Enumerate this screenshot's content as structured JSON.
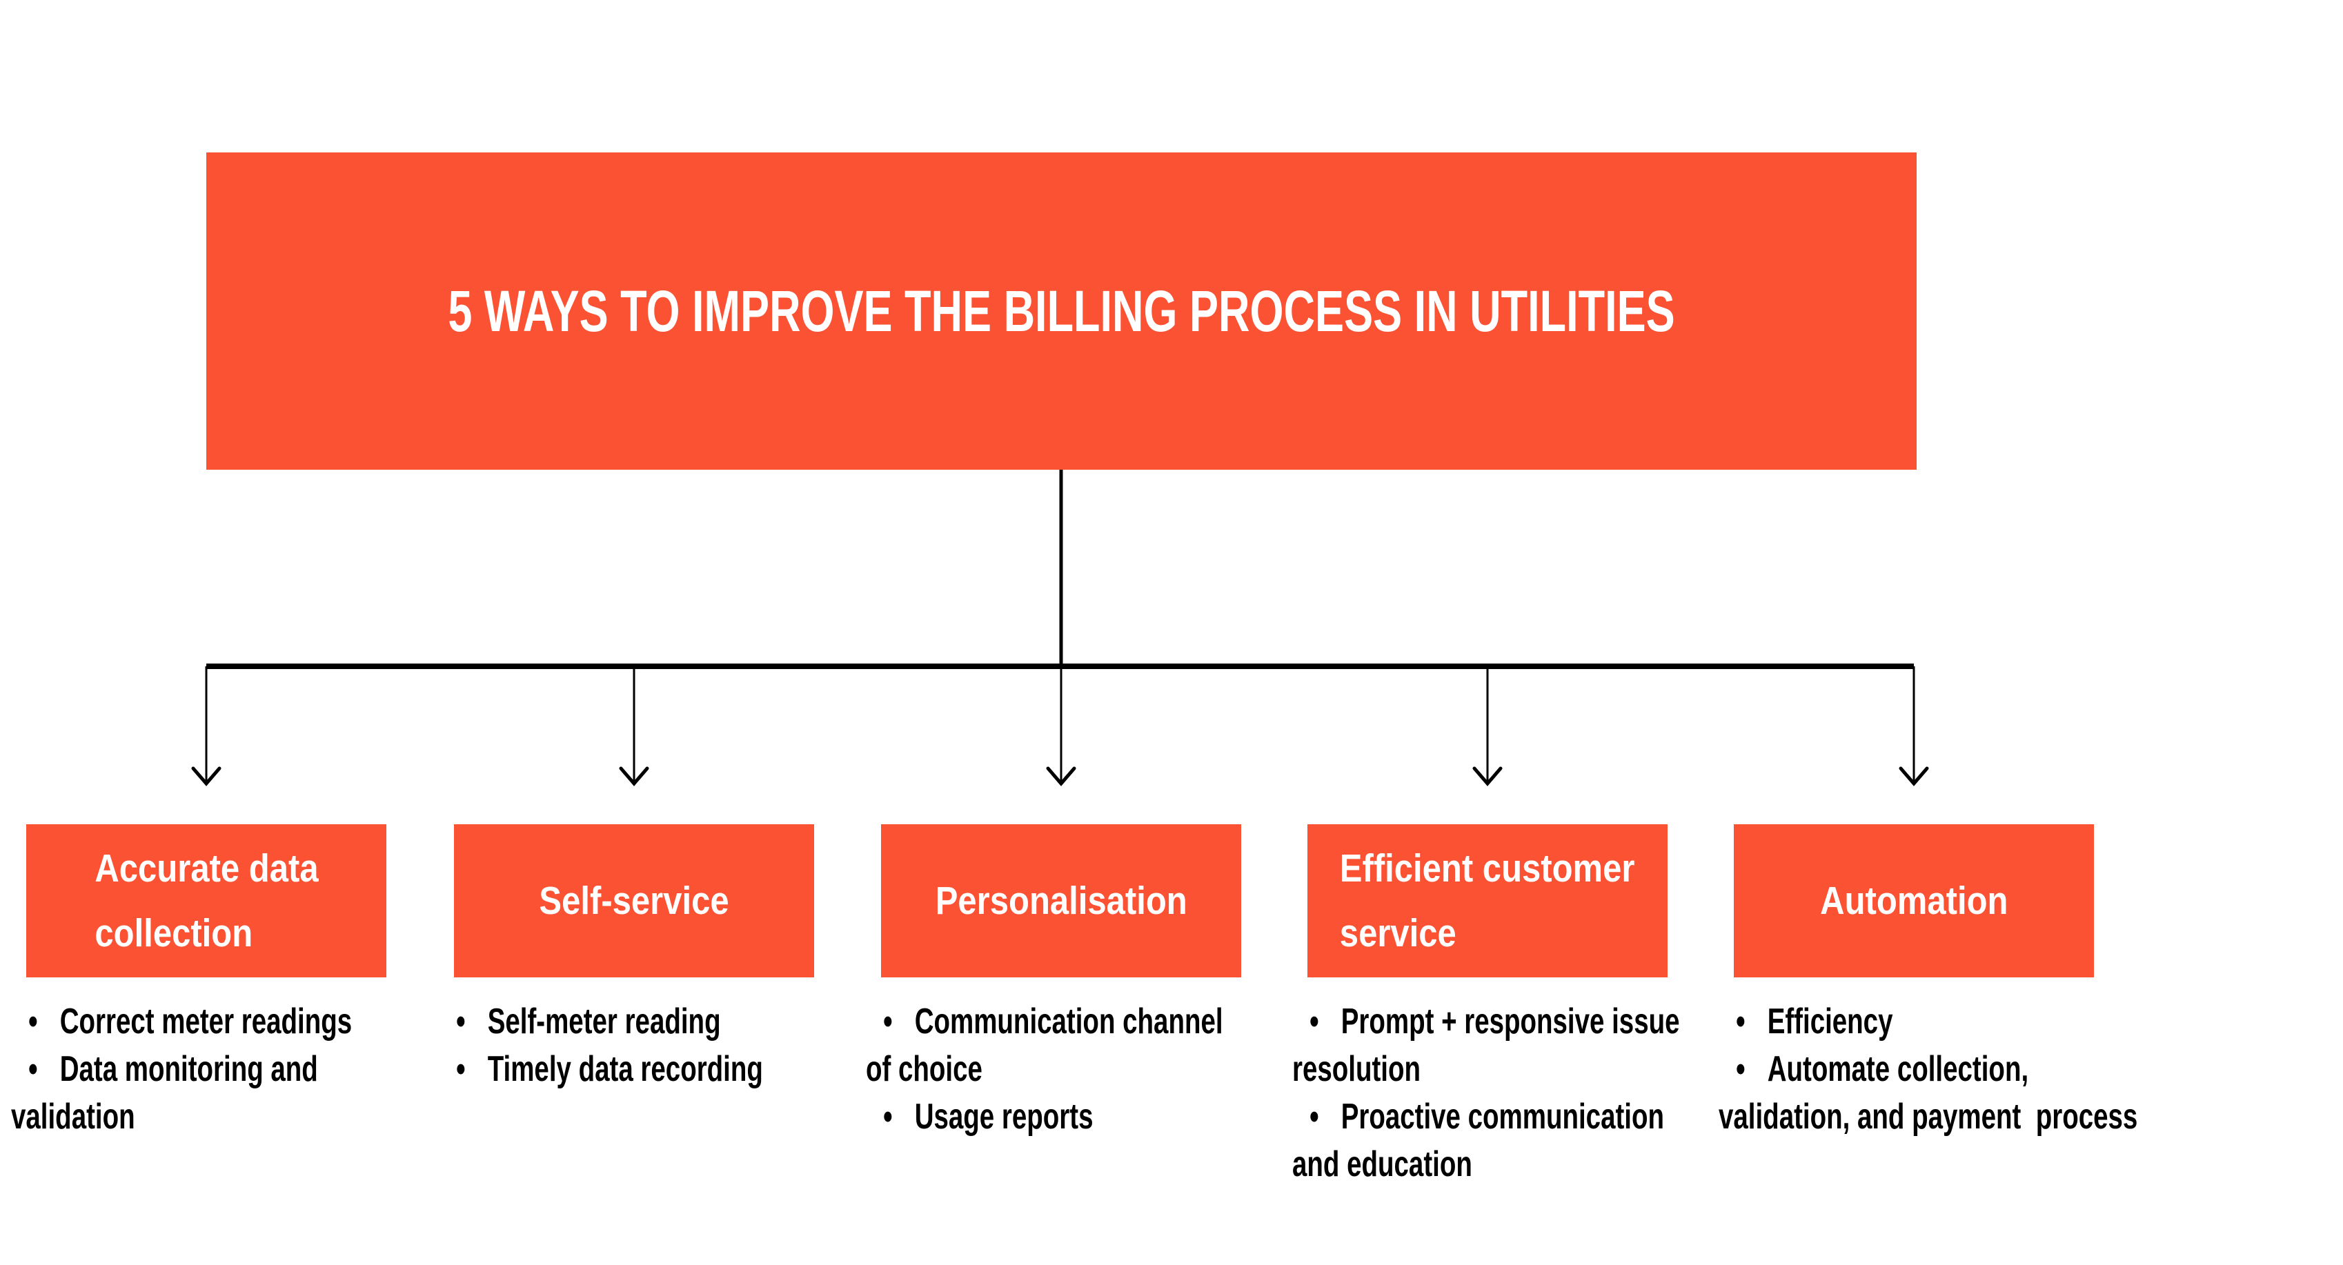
{
  "colors": {
    "accent": "#FB5233",
    "heading_text": "#FFFFFF",
    "body_text": "#000000",
    "connector": "#000000",
    "background": "#FFFFFF"
  },
  "title": "5 WAYS TO IMPROVE THE BILLING PROCESS IN UTILITIES",
  "bullet_marker": "•",
  "columns": [
    {
      "heading_lines": [
        "Accurate data",
        "collection"
      ],
      "bullets": [
        {
          "lines": [
            "Correct meter readings"
          ]
        },
        {
          "lines": [
            "Data monitoring and",
            "validation"
          ]
        }
      ]
    },
    {
      "heading_lines": [
        "Self-service"
      ],
      "bullets": [
        {
          "lines": [
            "Self-meter reading"
          ]
        },
        {
          "lines": [
            "Timely data recording"
          ]
        }
      ]
    },
    {
      "heading_lines": [
        "Personalisation"
      ],
      "bullets": [
        {
          "lines": [
            "Communication channel",
            "of choice"
          ]
        },
        {
          "lines": [
            "Usage reports"
          ]
        }
      ]
    },
    {
      "heading_lines": [
        "Efficient customer",
        "service"
      ],
      "bullets": [
        {
          "lines": [
            "Prompt + responsive issue",
            "resolution"
          ]
        },
        {
          "lines": [
            "Proactive communication",
            "and education"
          ]
        }
      ]
    },
    {
      "heading_lines": [
        "Automation"
      ],
      "bullets": [
        {
          "lines": [
            "Efficiency"
          ]
        },
        {
          "lines": [
            "Automate collection,",
            "validation, and payment  process"
          ]
        }
      ]
    }
  ]
}
